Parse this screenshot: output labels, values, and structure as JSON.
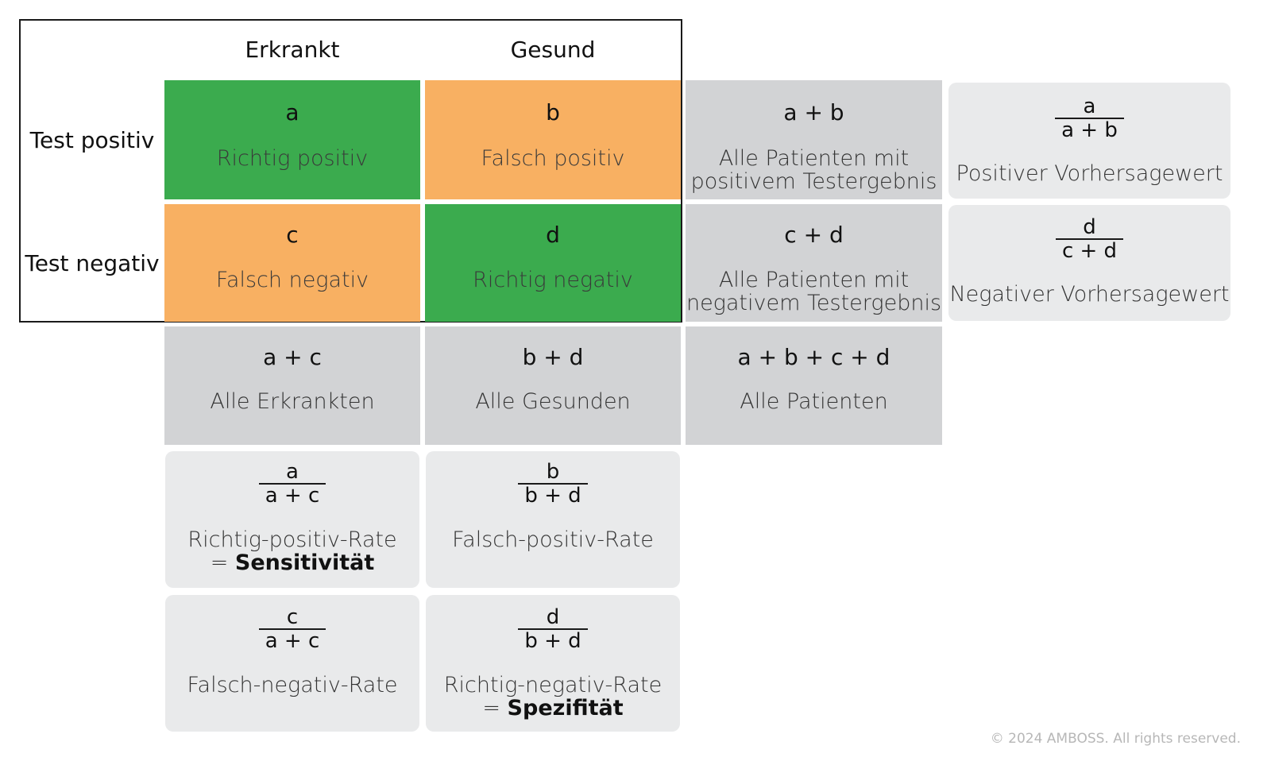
{
  "headers": {
    "col1": "Erkrankt",
    "col2": "Gesund",
    "row1": "Test positiv",
    "row2": "Test negativ"
  },
  "cells": {
    "tp": {
      "symbol": "a",
      "label": "Richtig positiv"
    },
    "fp": {
      "symbol": "b",
      "label": "Falsch positiv"
    },
    "fn": {
      "symbol": "c",
      "label": "Falsch negativ"
    },
    "tn": {
      "symbol": "d",
      "label": "Richtig negativ"
    },
    "row1_total": {
      "symbol": "a + b",
      "label_line1": "Alle Patienten mit",
      "label_line2": "positivem Testergebnis"
    },
    "row2_total": {
      "symbol": "c + d",
      "label_line1": "Alle Patienten mit",
      "label_line2": "negativem Testergebnis"
    },
    "col1_total": {
      "symbol": "a + c",
      "label": "Alle Erkrankten"
    },
    "col2_total": {
      "symbol": "b + d",
      "label": "Alle Gesunden"
    },
    "grand_total": {
      "symbol": "a + b + c + d",
      "label": "Alle Patienten"
    }
  },
  "rates": {
    "ppv": {
      "num": "a",
      "den": "a + b",
      "label": "Positiver Vorhersagewert"
    },
    "npv": {
      "num": "d",
      "den": "c + d",
      "label": "Negativer Vorhersagewert"
    },
    "tpr": {
      "num": "a",
      "den": "a + c",
      "label": "Richtig-positiv-Rate",
      "eq": "= ",
      "bold": "Sensitivität"
    },
    "fpr": {
      "num": "b",
      "den": "b + d",
      "label": "Falsch-positiv-Rate"
    },
    "fnr": {
      "num": "c",
      "den": "a + c",
      "label": "Falsch-negativ-Rate"
    },
    "tnr": {
      "num": "d",
      "den": "b + d",
      "label": "Richtig-negativ-Rate",
      "eq": "= ",
      "bold": "Spezifität"
    }
  },
  "colors": {
    "green": "#3bab4e",
    "orange": "#f8b062",
    "gray": "#d2d3d5",
    "light": "#e9eaeb"
  },
  "copyright": "© 2024 AMBOSS. All rights reserved."
}
